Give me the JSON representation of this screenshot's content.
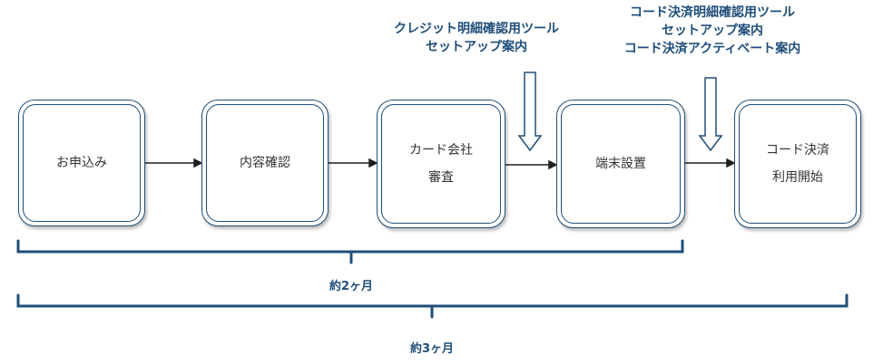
{
  "steps": [
    {
      "lines": [
        "お申込み"
      ]
    },
    {
      "lines": [
        "内容確認"
      ]
    },
    {
      "lines": [
        "カード会社",
        "審査"
      ]
    },
    {
      "lines": [
        "端末設置"
      ]
    },
    {
      "lines": [
        "コード決済",
        "利用開始"
      ]
    }
  ],
  "notes": {
    "credit_tool": [
      "クレジット明細確認用ツール",
      "セットアップ案内"
    ],
    "code_tool": [
      "コード決済明細確認用ツール",
      "セットアップ案内",
      "コード決済アクティベート案内"
    ]
  },
  "periods": {
    "two_months": "約2ヶ月",
    "three_months": "約3ヶ月"
  },
  "colors": {
    "accent": "#1f4e79",
    "arrow": "#1f1f1f"
  }
}
